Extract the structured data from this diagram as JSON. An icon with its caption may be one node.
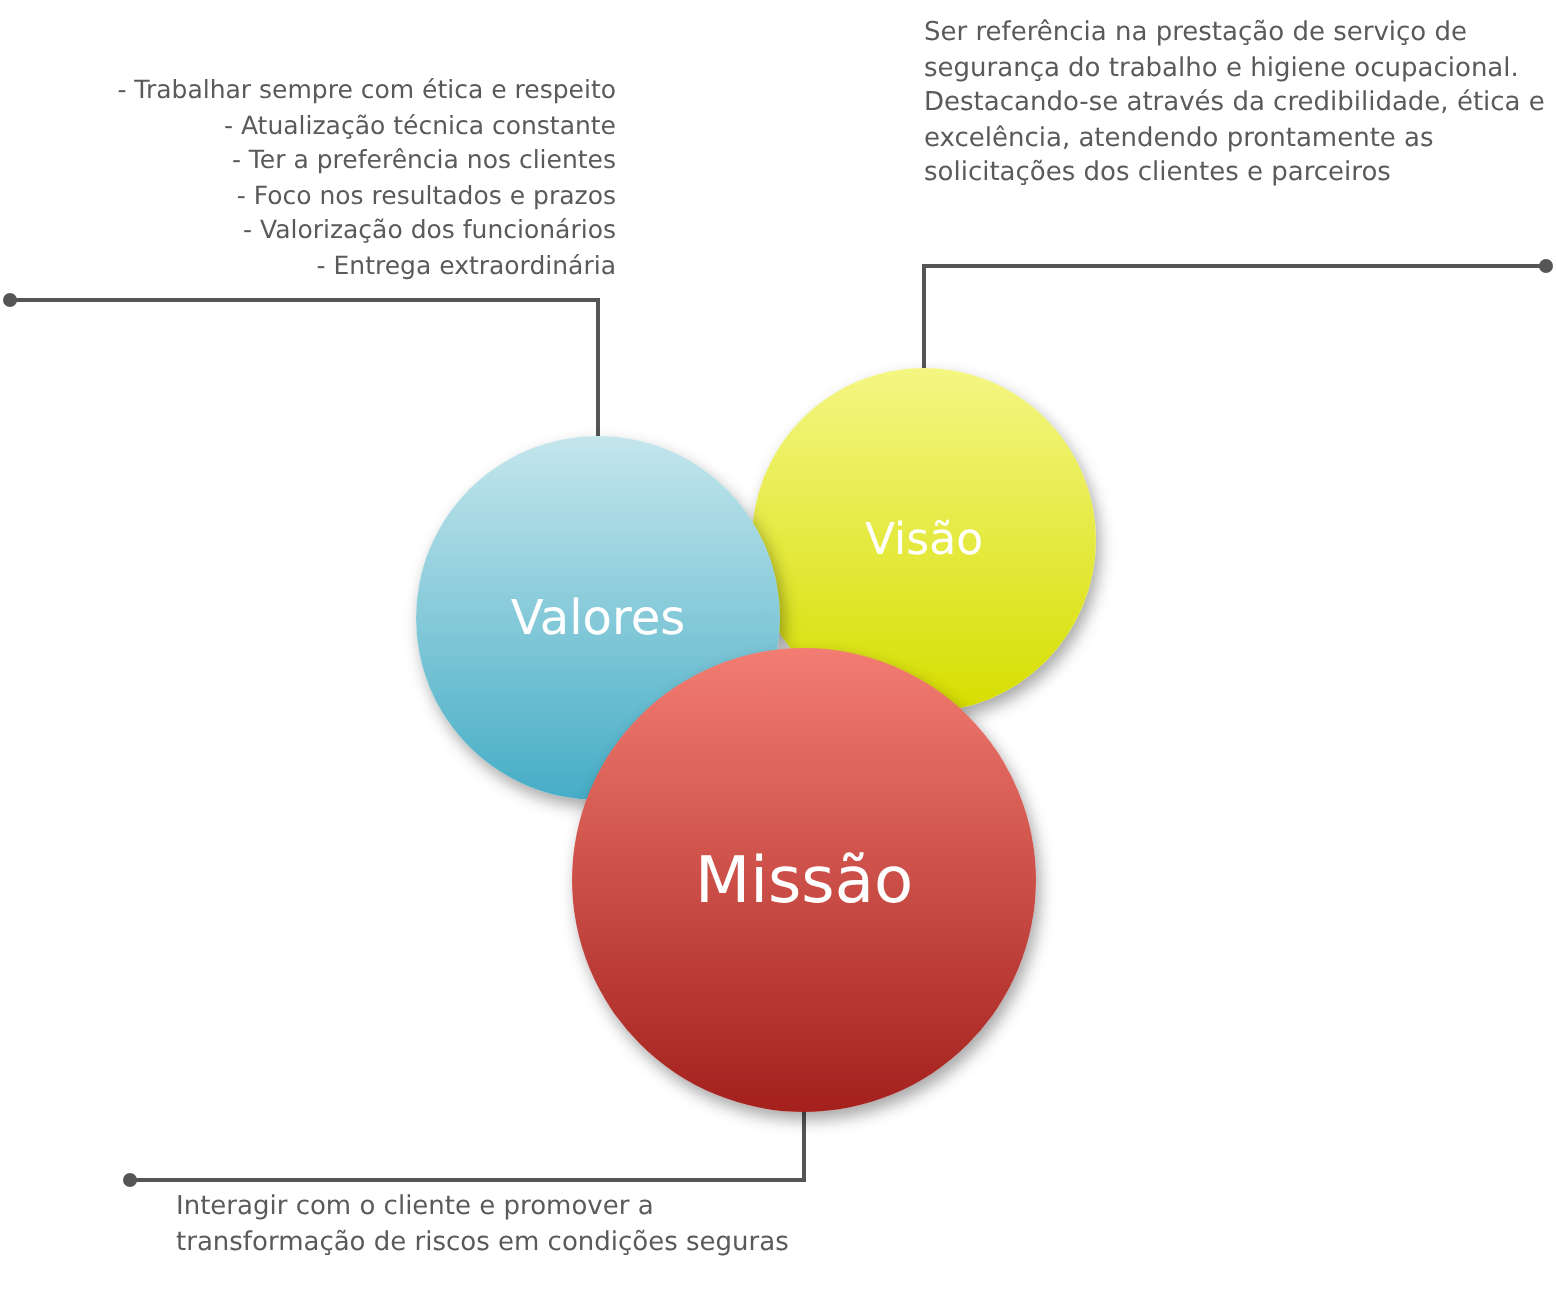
{
  "diagram": {
    "nodes": [
      {
        "text": [
          "- Trabalhar sempre com ética e respeito",
          "- Atualização técnica constante",
          "- Ter a preferência nos clientes",
          "- Foco nos resultados e prazos",
          "- Valorização dos funcionários",
          "- Entrega extraordinária"
        ]
      },
      {
        "text": [
          "Ser referência na prestação de serviço de segurança do trabalho e higiene ocupacional. Destacando-se através da credibilidade, ética e excelência, atendendo prontamente as solicitações dos clientes e parceiros"
        ]
      },
      {
        "text": [
          "Valores"
        ]
      },
      {
        "text": [
          "Visão"
        ]
      },
      {
        "text": [
          "Missão"
        ]
      },
      {
        "text": [
          "Interagir com o cliente e promover a transformação de riscos em condições seguras"
        ]
      }
    ],
    "edges": [
      {
        "from": 0,
        "to": 2,
        "arrow": "other"
      },
      {
        "from": 1,
        "to": 3,
        "arrow": "other"
      },
      {
        "from": 5,
        "to": 4,
        "arrow": "other"
      }
    ]
  }
}
